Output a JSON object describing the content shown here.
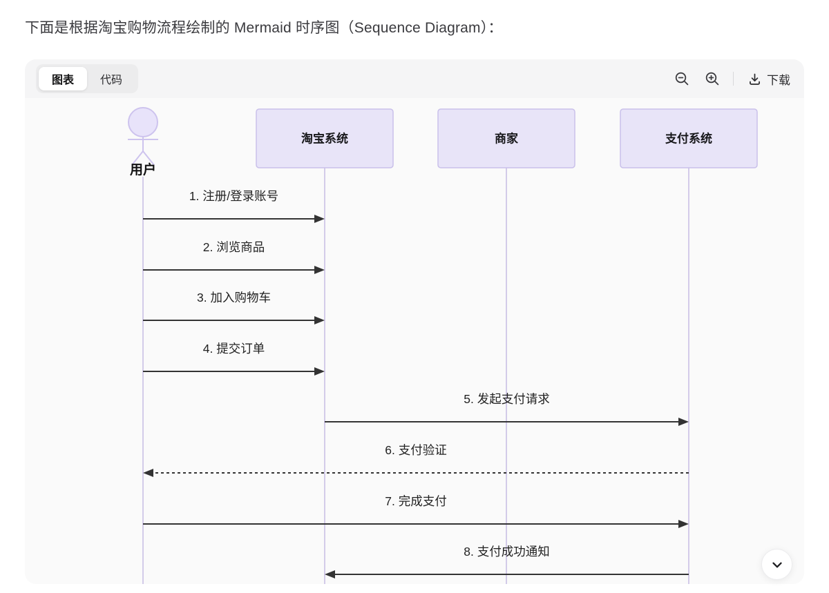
{
  "page": {
    "intro_text": "下面是根据淘宝购物流程绘制的 Mermaid 时序图（Sequence Diagram）："
  },
  "toolbar": {
    "tabs": [
      {
        "label": "图表",
        "active": true
      },
      {
        "label": "代码",
        "active": false
      }
    ],
    "zoom_out_icon": "magnifier-minus",
    "zoom_in_icon": "magnifier-plus",
    "download_icon": "download-arrow-tray",
    "download_label": "下载"
  },
  "diagram": {
    "actor": {
      "id": "user",
      "label": "用户"
    },
    "participants": [
      {
        "id": "taobao",
        "label": "淘宝系统"
      },
      {
        "id": "merchant",
        "label": "商家"
      },
      {
        "id": "payment",
        "label": "支付系统"
      }
    ],
    "messages": [
      {
        "label": "1. 注册/登录账号",
        "from": "user",
        "to": "taobao",
        "style": "solid"
      },
      {
        "label": "2. 浏览商品",
        "from": "user",
        "to": "taobao",
        "style": "solid"
      },
      {
        "label": "3. 加入购物车",
        "from": "user",
        "to": "taobao",
        "style": "solid"
      },
      {
        "label": "4. 提交订单",
        "from": "user",
        "to": "taobao",
        "style": "solid"
      },
      {
        "label": "5. 发起支付请求",
        "from": "taobao",
        "to": "payment",
        "style": "solid"
      },
      {
        "label": "6. 支付验证",
        "from": "payment",
        "to": "user",
        "style": "dashed"
      },
      {
        "label": "7. 完成支付",
        "from": "user",
        "to": "payment",
        "style": "solid"
      },
      {
        "label": "8. 支付成功通知",
        "from": "payment",
        "to": "taobao",
        "style": "solid"
      }
    ],
    "colors": {
      "participant_fill": "#e8e4f8",
      "participant_border": "#c9c0ea",
      "lifeline": "#d3cbe9",
      "arrow": "#333333",
      "label_text": "#222222"
    }
  },
  "floating": {
    "scroll_down_icon": "chevron-down"
  }
}
